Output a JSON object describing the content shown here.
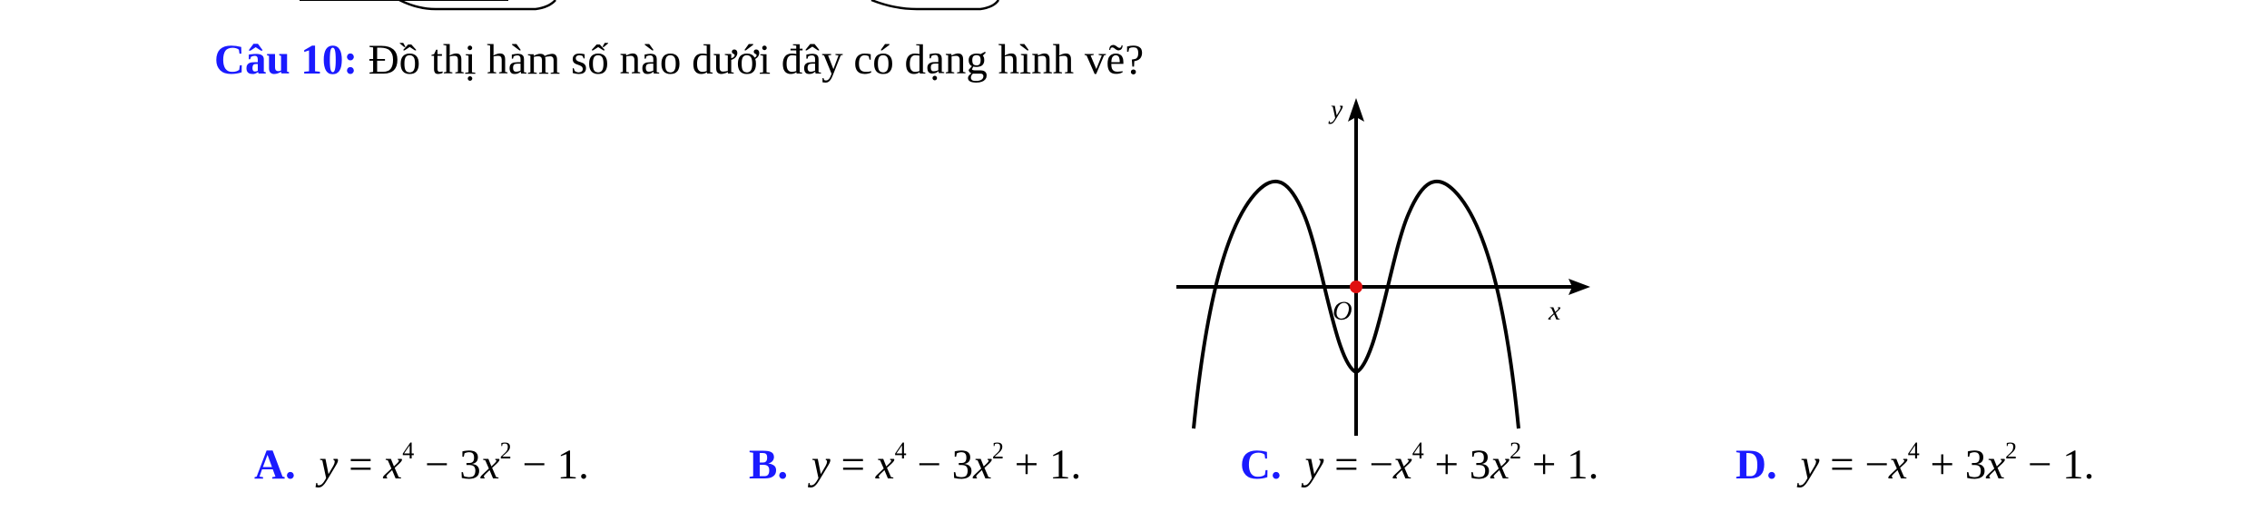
{
  "question": {
    "label": "Câu 10:",
    "text": "Đồ thị hàm số nào dưới đây có dạng hình vẽ?"
  },
  "graph": {
    "x_axis_label": "x",
    "y_axis_label": "y",
    "origin_label": "O"
  },
  "answers": [
    {
      "letter": "A.",
      "lhs": "y",
      "eq": "=",
      "t1_sign": "",
      "t1_var": "x",
      "t1_exp": "4",
      "t2_op": "−",
      "t2_coef": "3",
      "t2_var": "x",
      "t2_exp": "2",
      "t3_op": "−",
      "t3_val": "1",
      "end": "."
    },
    {
      "letter": "B.",
      "lhs": "y",
      "eq": "=",
      "t1_sign": "",
      "t1_var": "x",
      "t1_exp": "4",
      "t2_op": "−",
      "t2_coef": "3",
      "t2_var": "x",
      "t2_exp": "2",
      "t3_op": "+",
      "t3_val": "1",
      "end": "."
    },
    {
      "letter": "C.",
      "lhs": "y",
      "eq": "=",
      "t1_sign": "−",
      "t1_var": "x",
      "t1_exp": "4",
      "t2_op": "+",
      "t2_coef": "3",
      "t2_var": "x",
      "t2_exp": "2",
      "t3_op": "+",
      "t3_val": "1",
      "end": "."
    },
    {
      "letter": "D.",
      "lhs": "y",
      "eq": "=",
      "t1_sign": "−",
      "t1_var": "x",
      "t1_exp": "4",
      "t2_op": "+",
      "t2_coef": "3",
      "t2_var": "x",
      "t2_exp": "2",
      "t3_op": "−",
      "t3_val": "1",
      "end": "."
    }
  ],
  "colors": {
    "label_blue": "#1a1aff",
    "origin_dot": "#e01010",
    "text": "#000000"
  }
}
